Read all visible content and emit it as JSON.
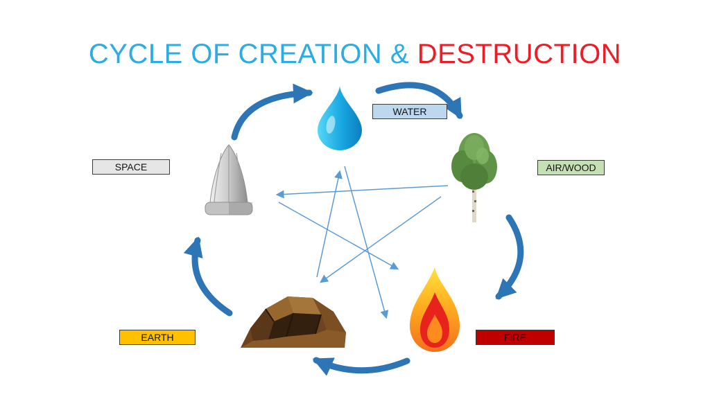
{
  "title": {
    "creation_text": "CYCLE OF CREATION & ",
    "destruction_text": "DESTRUCTION",
    "creation_color": "#2bace2",
    "destruction_color": "#ee1c25"
  },
  "elements": {
    "water": {
      "label": "WATER",
      "label_bg": "#bdd7ee",
      "icon": "water-drop-icon"
    },
    "airwood": {
      "label": "AIR/WOOD",
      "label_bg": "#c5e0b4",
      "icon": "tree-icon"
    },
    "fire": {
      "label": "FIRE",
      "label_bg": "#c00000",
      "icon": "flame-icon"
    },
    "earth": {
      "label": "EARTH",
      "label_bg": "#ffc000",
      "icon": "rock-icon"
    },
    "space": {
      "label": "SPACE",
      "label_bg": "#e7e6e6",
      "icon": "cone-icon"
    }
  },
  "cycles": {
    "creation": {
      "arrow_color": "#2e75b6",
      "sequence": [
        "SPACE",
        "WATER",
        "AIR/WOOD",
        "FIRE",
        "EARTH",
        "SPACE"
      ]
    },
    "destruction": {
      "line_color": "#5b9bd5"
    }
  }
}
